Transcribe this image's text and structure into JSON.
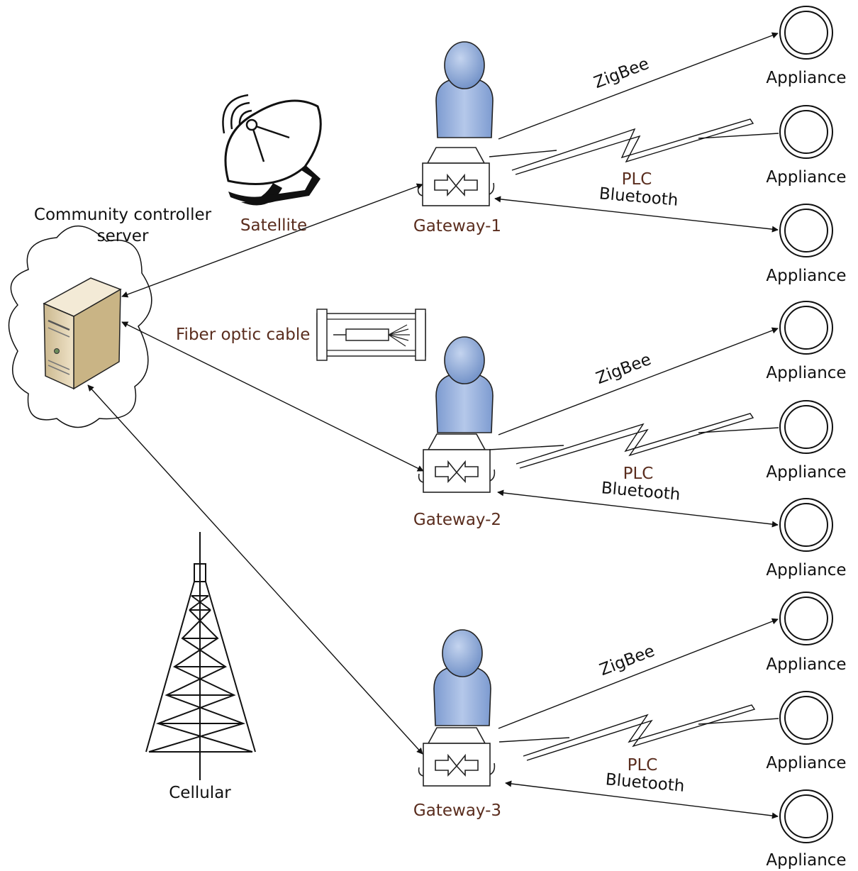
{
  "server": {
    "label_line1": "Community controller",
    "label_line2": "server"
  },
  "links": {
    "satellite": "Satellite",
    "fiber": "Fiber optic cable",
    "cellular": "Cellular"
  },
  "gateways": [
    {
      "label": "Gateway-1",
      "zigbee": "ZigBee",
      "plc": "PLC",
      "bluetooth": "Bluetooth"
    },
    {
      "label": "Gateway-2",
      "zigbee": "ZigBee",
      "plc": "PLC",
      "bluetooth": "Bluetooth"
    },
    {
      "label": "Gateway-3",
      "zigbee": "ZigBee",
      "plc": "PLC",
      "bluetooth": "Bluetooth"
    }
  ],
  "appliance_label": "Appliance",
  "colors": {
    "label_brown": "#5a2d1e",
    "person_blue": "#8eaadb",
    "server_tan": "#d9c7a0"
  }
}
